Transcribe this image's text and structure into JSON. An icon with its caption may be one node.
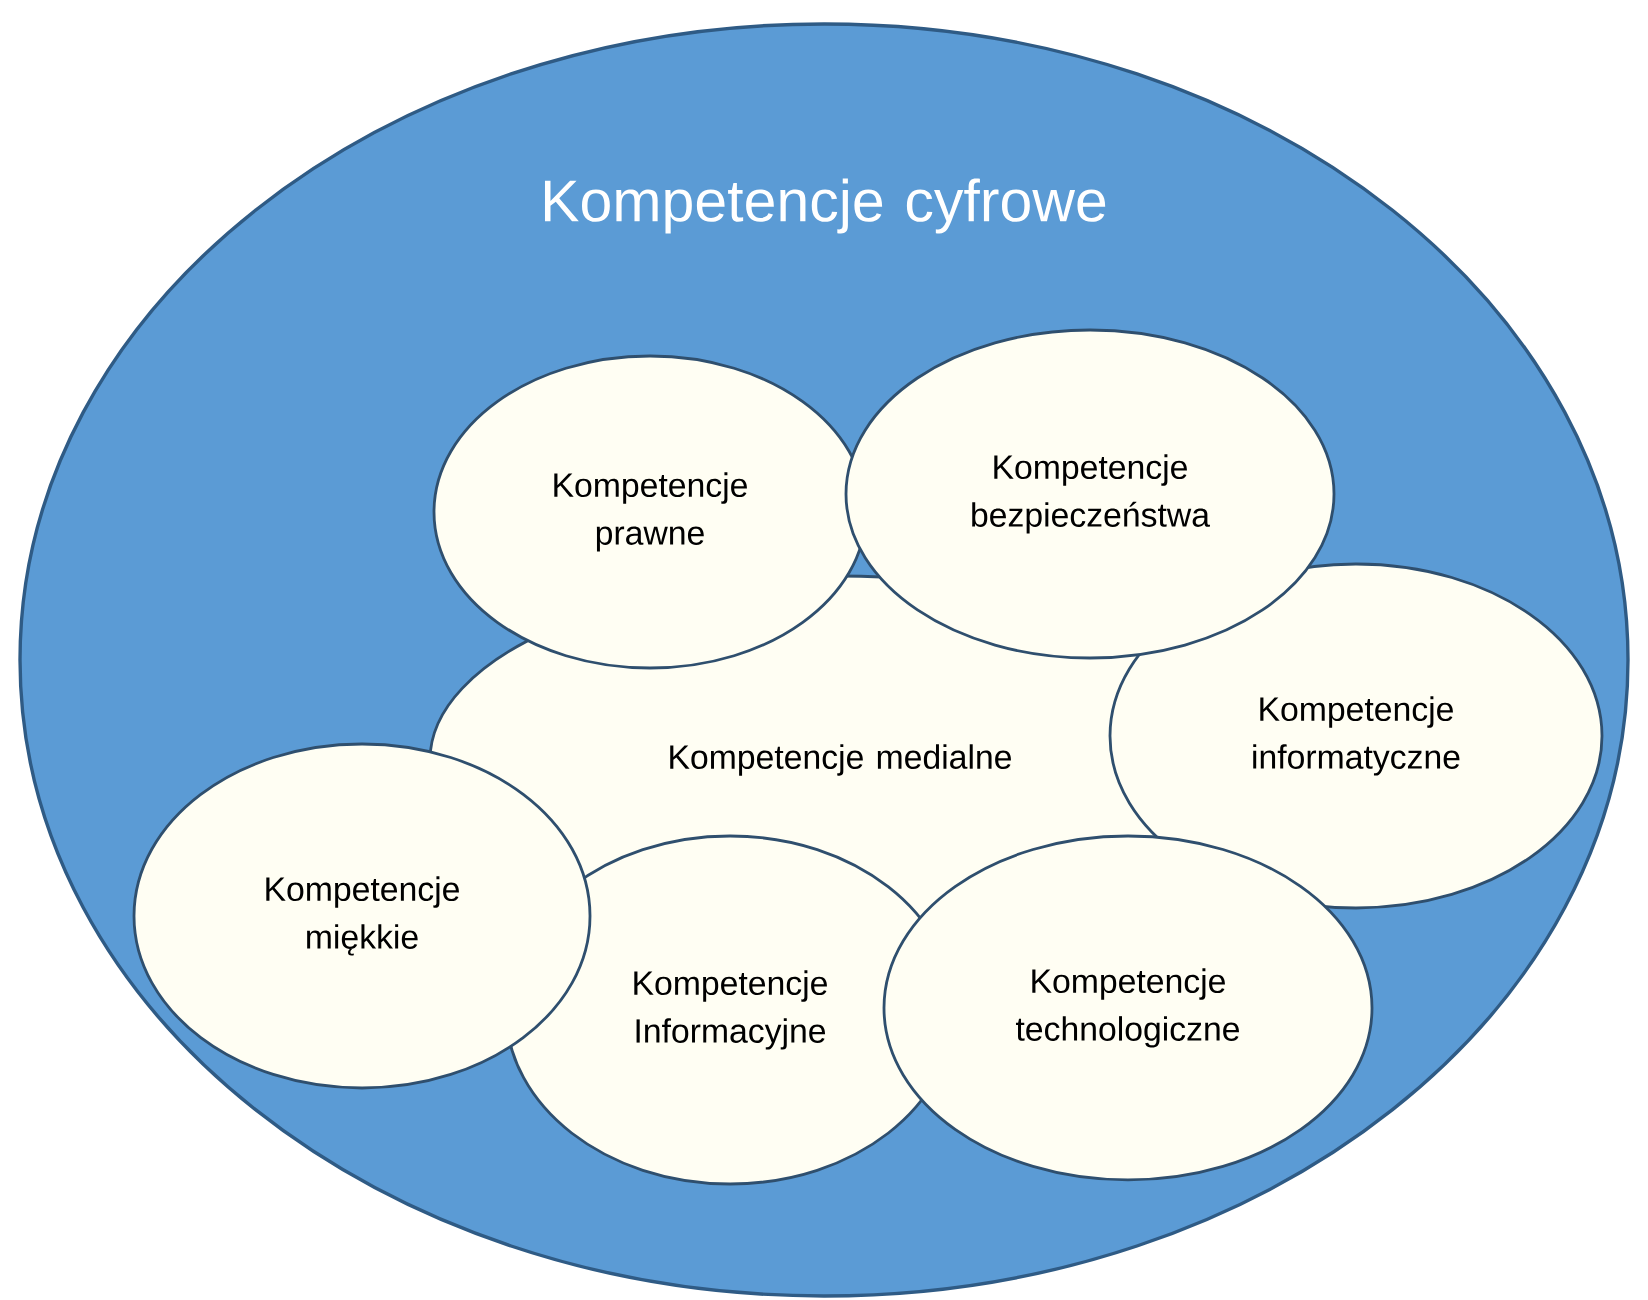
{
  "diagram": {
    "nodes": [
      {
        "text": [
          "Kompetencje cyfrowe"
        ]
      },
      {
        "text": [
          "Kompetencje prawne"
        ],
        "in": 0
      },
      {
        "text": [
          "Kompetencje bezpieczeństwa"
        ],
        "in": 0
      },
      {
        "text": [
          "Kompetencje medialne"
        ],
        "in": 0
      },
      {
        "text": [
          "Kompetencje informatyczne"
        ],
        "in": 0
      },
      {
        "text": [
          "Kompetencje miękkie"
        ],
        "in": 0
      },
      {
        "text": [
          "Kompetencje Informacyjne"
        ],
        "in": 0
      },
      {
        "text": [
          "Kompetencje technologiczne"
        ],
        "in": 0
      }
    ]
  }
}
